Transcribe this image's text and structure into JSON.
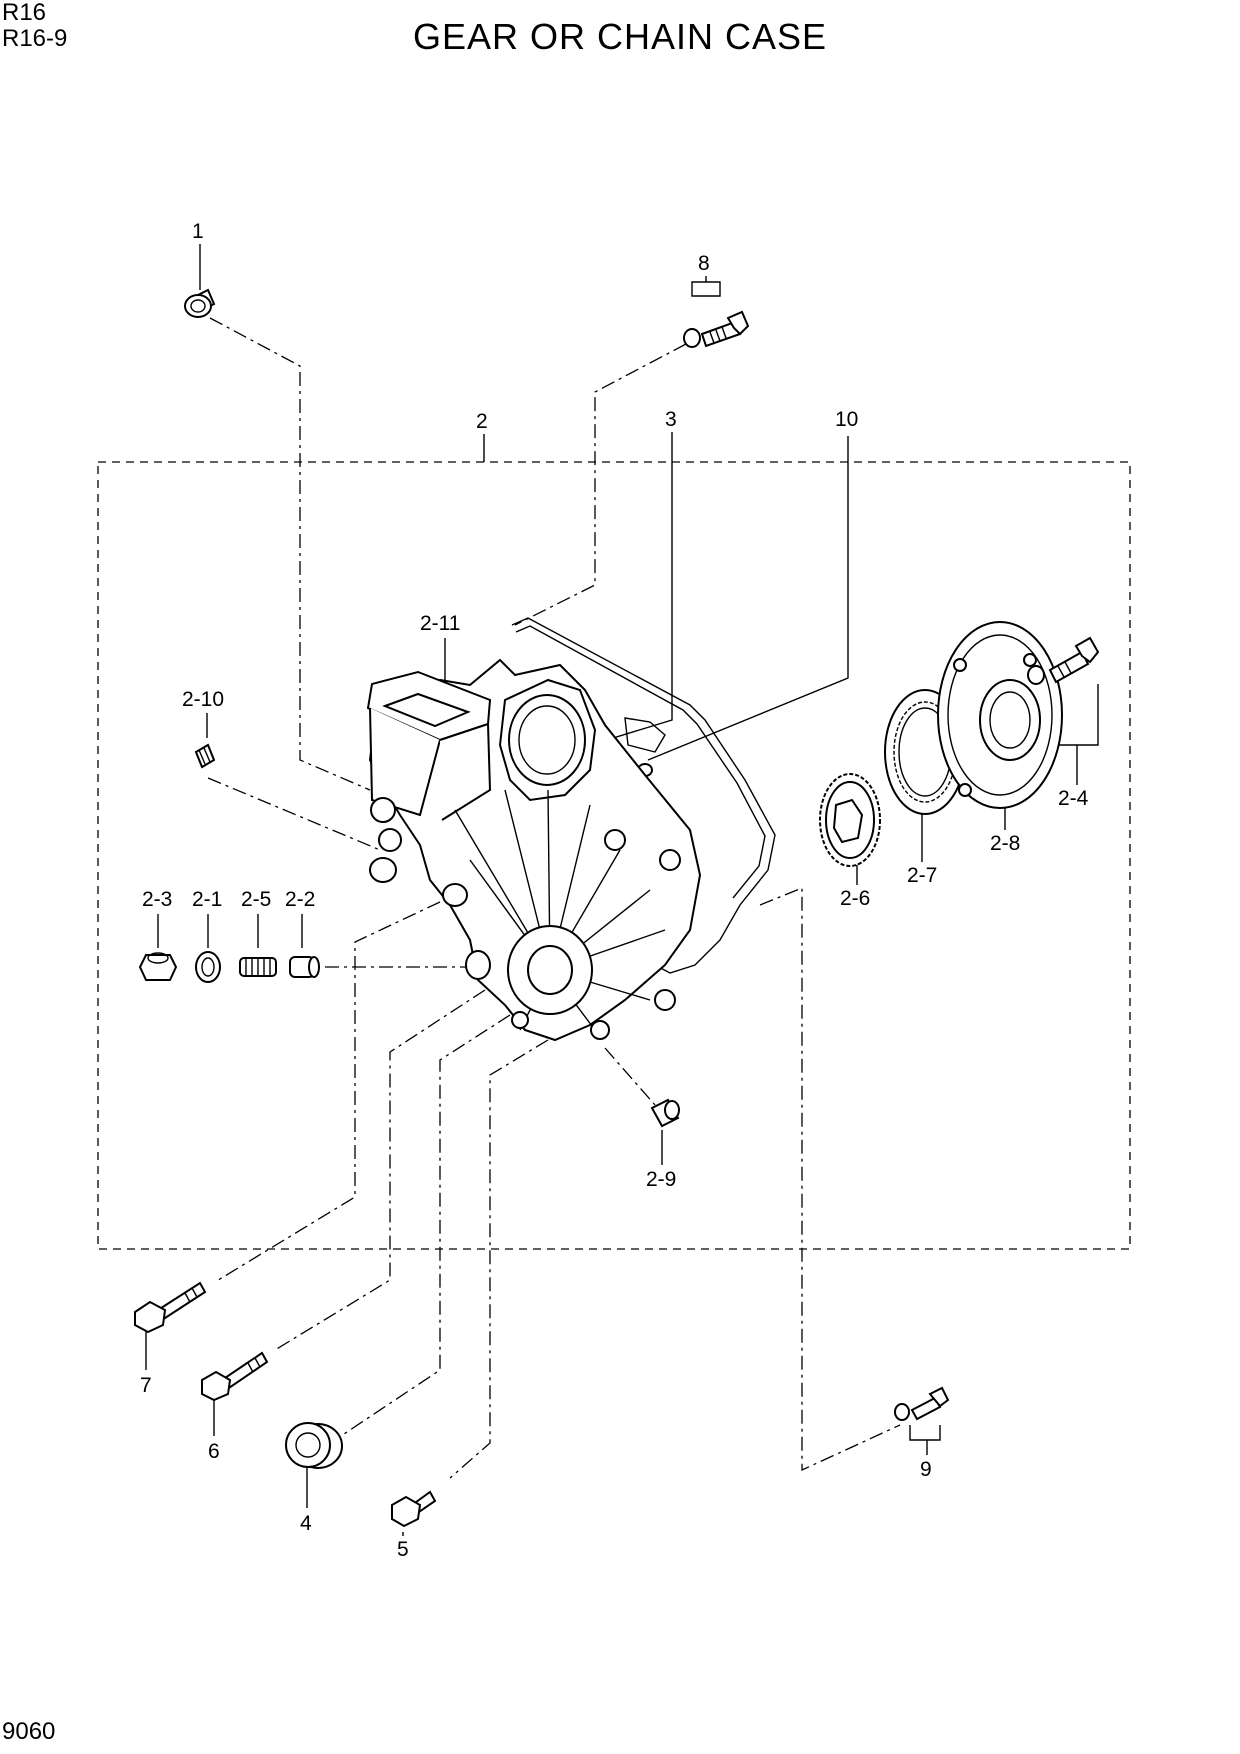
{
  "header": {
    "model_line1": "R16",
    "model_line2": "R16-9",
    "title": "GEAR OR CHAIN CASE"
  },
  "footer": {
    "page_number": "9060"
  },
  "callouts": {
    "c1": "1",
    "c2": "2",
    "c3": "3",
    "c4": "4",
    "c5": "5",
    "c6": "6",
    "c7": "7",
    "c8": "8",
    "c9": "9",
    "c10": "10",
    "c2_1": "2-1",
    "c2_2": "2-2",
    "c2_3": "2-3",
    "c2_4": "2-4",
    "c2_5": "2-5",
    "c2_6": "2-6",
    "c2_7": "2-7",
    "c2_8": "2-8",
    "c2_9": "2-9",
    "c2_10": "2-10",
    "c2_11": "2-11"
  }
}
